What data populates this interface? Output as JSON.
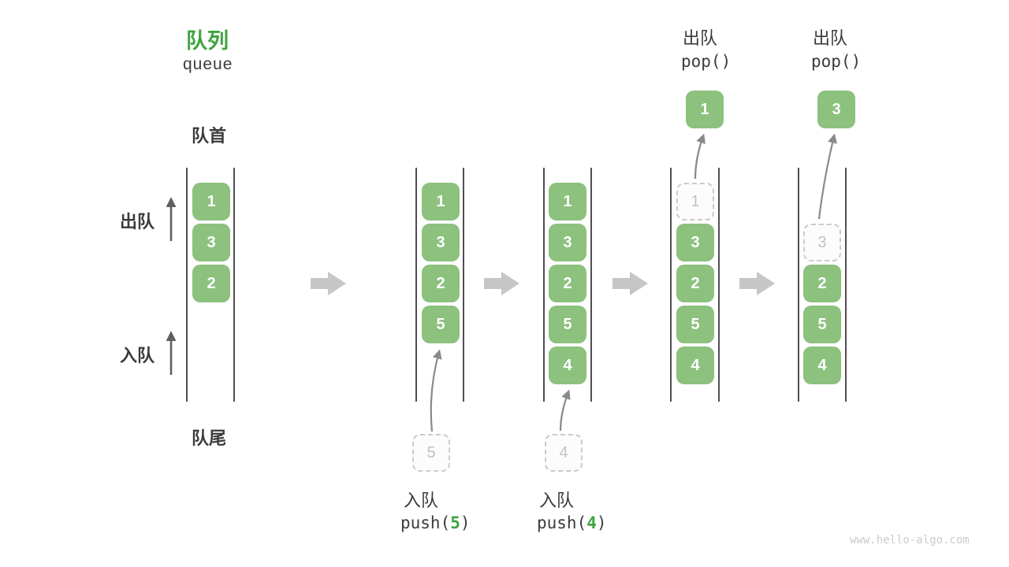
{
  "header": {
    "title_zh": "队列",
    "title_en": "queue"
  },
  "side_labels": {
    "front": "队首",
    "rear": "队尾",
    "dequeue": "出队",
    "enqueue": "入队"
  },
  "operations": {
    "push5": {
      "label": "入队",
      "code_fn": "push(",
      "code_arg": "5",
      "code_close": ")"
    },
    "push4": {
      "label": "入队",
      "code_fn": "push(",
      "code_arg": "4",
      "code_close": ")"
    },
    "pop_first": {
      "label": "出队",
      "code": "pop()"
    },
    "pop_second": {
      "label": "出队",
      "code": "pop()"
    }
  },
  "columns": [
    {
      "name": "initial",
      "boxes": [
        "1",
        "3",
        "2"
      ]
    },
    {
      "name": "after-push-5",
      "boxes": [
        "1",
        "3",
        "2",
        "5"
      ],
      "incoming": "5"
    },
    {
      "name": "after-push-4",
      "boxes": [
        "1",
        "3",
        "2",
        "5",
        "4"
      ],
      "incoming": "4"
    },
    {
      "name": "after-pop-1",
      "ghost": "1",
      "boxes": [
        "3",
        "2",
        "5",
        "4"
      ],
      "popped": "1"
    },
    {
      "name": "after-pop-3",
      "ghost": "3",
      "boxes": [
        "2",
        "5",
        "4"
      ],
      "popped": "3"
    }
  ],
  "watermark": "www.hello-algo.com",
  "colors": {
    "box_green": "#8CC17E",
    "accent_green": "#3DA43F",
    "block_arrow_gray": "#C6C6C6",
    "channel_line": "#4F4F4F",
    "curve_arrow_gray": "#8A8A8A",
    "side_arrow_gray": "#5F5F5F",
    "ghost_border": "#CBCBCB",
    "ghost_text": "#C2C2C2",
    "text_dark": "#3B3B3B",
    "watermark_gray": "#CBCBCB"
  }
}
